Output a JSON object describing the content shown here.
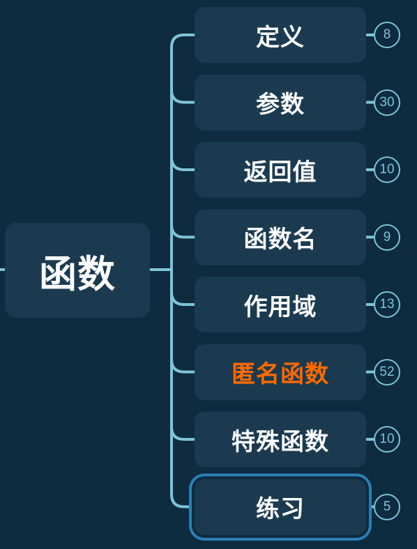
{
  "root": {
    "label": "函数"
  },
  "children": [
    {
      "label": "定义",
      "count": "8",
      "highlight": false,
      "selected": false
    },
    {
      "label": "参数",
      "count": "30",
      "highlight": false,
      "selected": false
    },
    {
      "label": "返回值",
      "count": "10",
      "highlight": false,
      "selected": false
    },
    {
      "label": "函数名",
      "count": "9",
      "highlight": false,
      "selected": false
    },
    {
      "label": "作用域",
      "count": "13",
      "highlight": false,
      "selected": false
    },
    {
      "label": "匿名函数",
      "count": "52",
      "highlight": true,
      "selected": false
    },
    {
      "label": "特殊函数",
      "count": "10",
      "highlight": false,
      "selected": false
    },
    {
      "label": "练习",
      "count": "5",
      "highlight": false,
      "selected": true
    }
  ],
  "colors": {
    "background": "#0e2b40",
    "node": "#1b3a4f",
    "connector": "#7fc4d8",
    "highlight_text": "#ff6a00",
    "selection_border": "#2b7fb5"
  }
}
